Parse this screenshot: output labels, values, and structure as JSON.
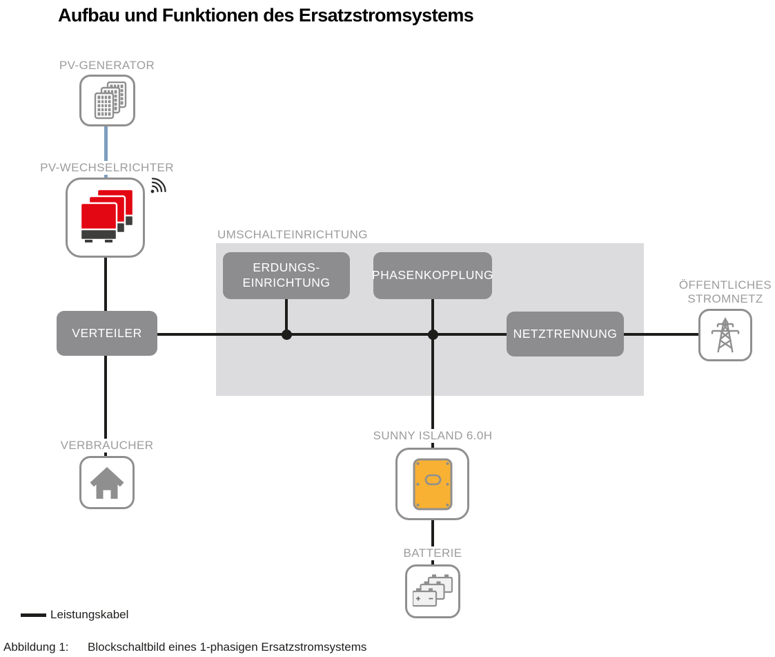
{
  "title": "Aufbau und Funktionen des Ersatzstromsystems",
  "nodes": {
    "pv_generator": {
      "label": "PV-GENERATOR"
    },
    "pv_wechselrichter": {
      "label": "PV-WECHSELRICHTER"
    },
    "verteiler": {
      "label": "VERTEILER"
    },
    "verbraucher": {
      "label": "VERBRAUCHER"
    },
    "umschalteinrichtung": {
      "label": "UMSCHALTEINRICHTUNG"
    },
    "erdungseinrichtung": {
      "line1": "ERDUNGS-",
      "line2": "EINRICHTUNG"
    },
    "phasenkopplung": {
      "label": "PHASENKOPPLUNG"
    },
    "netztrennung": {
      "label": "NETZTRENNUNG"
    },
    "oeffentliches_stromnetz": {
      "line1": "ÖFFENTLICHES",
      "line2": "STROMNETZ"
    },
    "sunny_island": {
      "label": "SUNNY ISLAND 6.0H"
    },
    "batterie": {
      "label": "BATTERIE"
    }
  },
  "icons": {
    "pv_generator": "solar-panels-icon",
    "pv_wechselrichter": "pv-inverter-icon",
    "pv_wechselrichter_comm": "wifi-icon",
    "verbraucher": "house-icon",
    "oeffentliches_stromnetz": "power-pylon-icon",
    "sunny_island": "battery-inverter-icon",
    "batterie": "battery-icon"
  },
  "legend": {
    "label": "Leistungskabel"
  },
  "caption": {
    "prefix": "Abbildung 1:",
    "text": "Blockschaltbild eines 1-phasigen Ersatzstromsystems"
  },
  "colors": {
    "sma_red": "#e30613",
    "inverter_dark": "#3e3e3d",
    "sunny_island_yellow": "#f8b133",
    "button_gray": "#8d8d8f",
    "region_gray": "#dcdcde",
    "label_gray": "#9c9c9c",
    "icon_border_gray": "#8f8f8f",
    "power_cable_black": "#1d1d1b",
    "dc_cable_blue": "#7d9ebe"
  }
}
